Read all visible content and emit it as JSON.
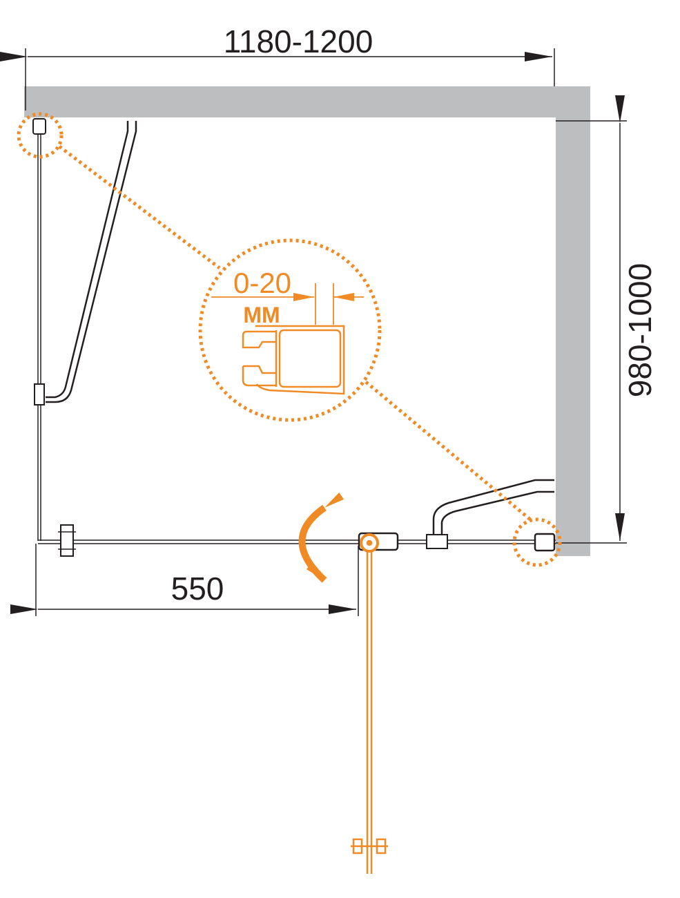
{
  "dimensions": {
    "width": "1180-1200",
    "depth": "980-1000",
    "fixed_panel": "550"
  },
  "detail": {
    "adjustment": "0-20",
    "unit": "MM"
  },
  "colors": {
    "wall": "#bcbec0",
    "accent": "#f08a24",
    "line": "#231f20"
  }
}
